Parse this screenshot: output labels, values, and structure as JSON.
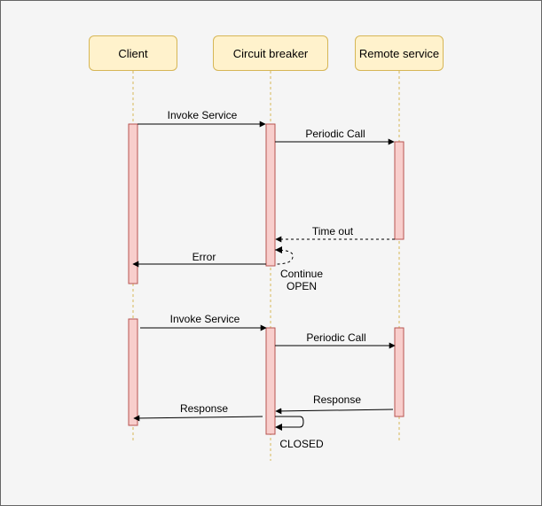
{
  "participants": [
    {
      "id": "client",
      "label": "Client"
    },
    {
      "id": "breaker",
      "label": "Circuit breaker"
    },
    {
      "id": "remote",
      "label": "Remote service"
    }
  ],
  "messages": {
    "invoke_1": "Invoke Service",
    "periodic_1": "Periodic Call",
    "timeout": "Time out",
    "error": "Error",
    "invoke_2": "Invoke Service",
    "periodic_2": "Periodic Call",
    "response_remote": "Response",
    "response_client": "Response"
  },
  "states": {
    "open_line1": "Continue",
    "open_line2": "OPEN",
    "closed": "CLOSED"
  },
  "colors": {
    "participant_fill": "#fff2cc",
    "participant_border": "#d6b656",
    "activation_fill": "#f8cecc",
    "activation_border": "#b85450",
    "lifeline": "#d6b656"
  }
}
